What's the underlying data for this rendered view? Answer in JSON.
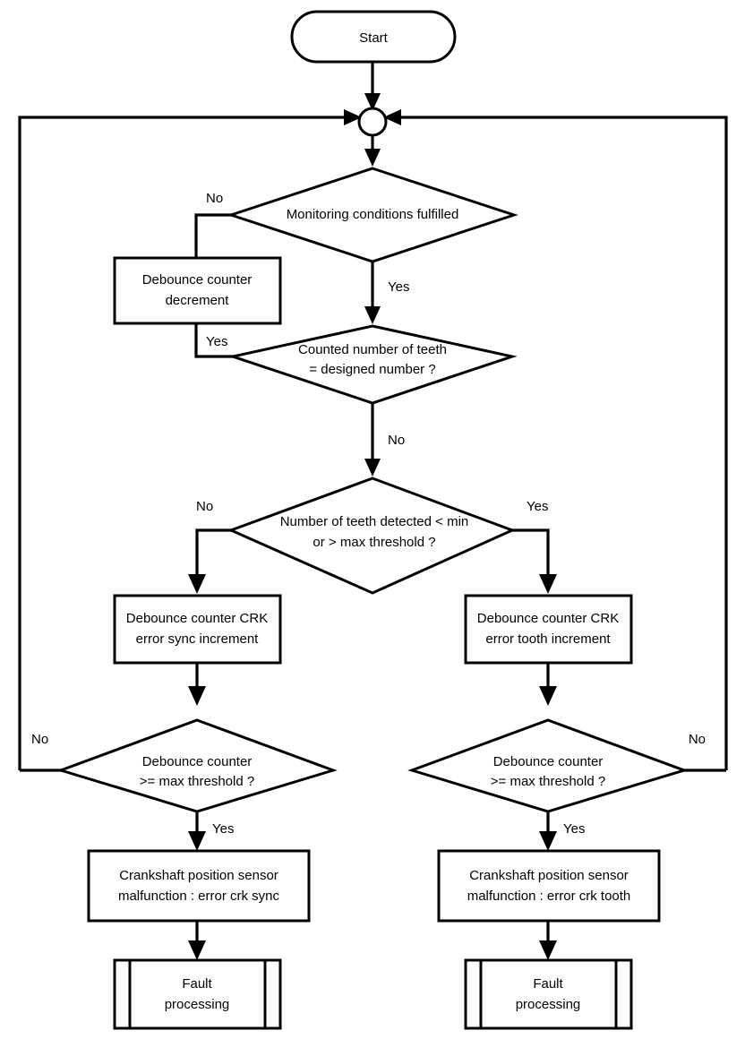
{
  "diagram": {
    "title": "Crankshaft position sensor monitoring flowchart",
    "colors": {
      "stroke": "#000000",
      "fill": "#ffffff",
      "background": "#ffffff"
    },
    "nodes": {
      "start": {
        "shape": "terminator",
        "label": "Start"
      },
      "junction": {
        "shape": "connector-circle",
        "label": ""
      },
      "decision_monitoring": {
        "shape": "decision",
        "label": "Monitoring conditions fulfilled"
      },
      "process_debounce_decrement": {
        "shape": "process",
        "line1": "Debounce counter",
        "line2": "decrement"
      },
      "decision_counted_teeth": {
        "shape": "decision",
        "line1": "Counted number of  teeth",
        "line2": "= designed number ?"
      },
      "decision_teeth_threshold": {
        "shape": "decision",
        "line1": "Number of teeth detected < min",
        "line2": "or > max threshold ?"
      },
      "process_crk_sync_increment": {
        "shape": "process",
        "line1": "Debounce counter CRK",
        "line2": "error sync increment"
      },
      "process_crk_tooth_increment": {
        "shape": "process",
        "line1": "Debounce counter CRK",
        "line2": "error tooth increment"
      },
      "decision_debounce_max_left": {
        "shape": "decision",
        "line1": "Debounce counter",
        "line2": ">= max threshold ?"
      },
      "decision_debounce_max_right": {
        "shape": "decision",
        "line1": "Debounce counter",
        "line2": ">= max threshold ?"
      },
      "process_malfunction_sync": {
        "shape": "process",
        "line1": "Crankshaft position sensor",
        "line2": "malfunction : error crk sync"
      },
      "process_malfunction_tooth": {
        "shape": "process",
        "line1": "Crankshaft position sensor",
        "line2": "malfunction : error crk tooth"
      },
      "predefined_fault_processing_left": {
        "shape": "predefined-process",
        "line1": "Fault",
        "line2": "processing"
      },
      "predefined_fault_processing_right": {
        "shape": "predefined-process",
        "line1": "Fault",
        "line2": "processing"
      }
    },
    "edge_labels": {
      "monitoring_no": "No",
      "monitoring_yes": "Yes",
      "counted_teeth_yes": "Yes",
      "counted_teeth_no": "No",
      "threshold_no": "No",
      "threshold_yes": "Yes",
      "debounce_left_no": "No",
      "debounce_left_yes": "Yes",
      "debounce_right_no": "No",
      "debounce_right_yes": "Yes"
    }
  }
}
